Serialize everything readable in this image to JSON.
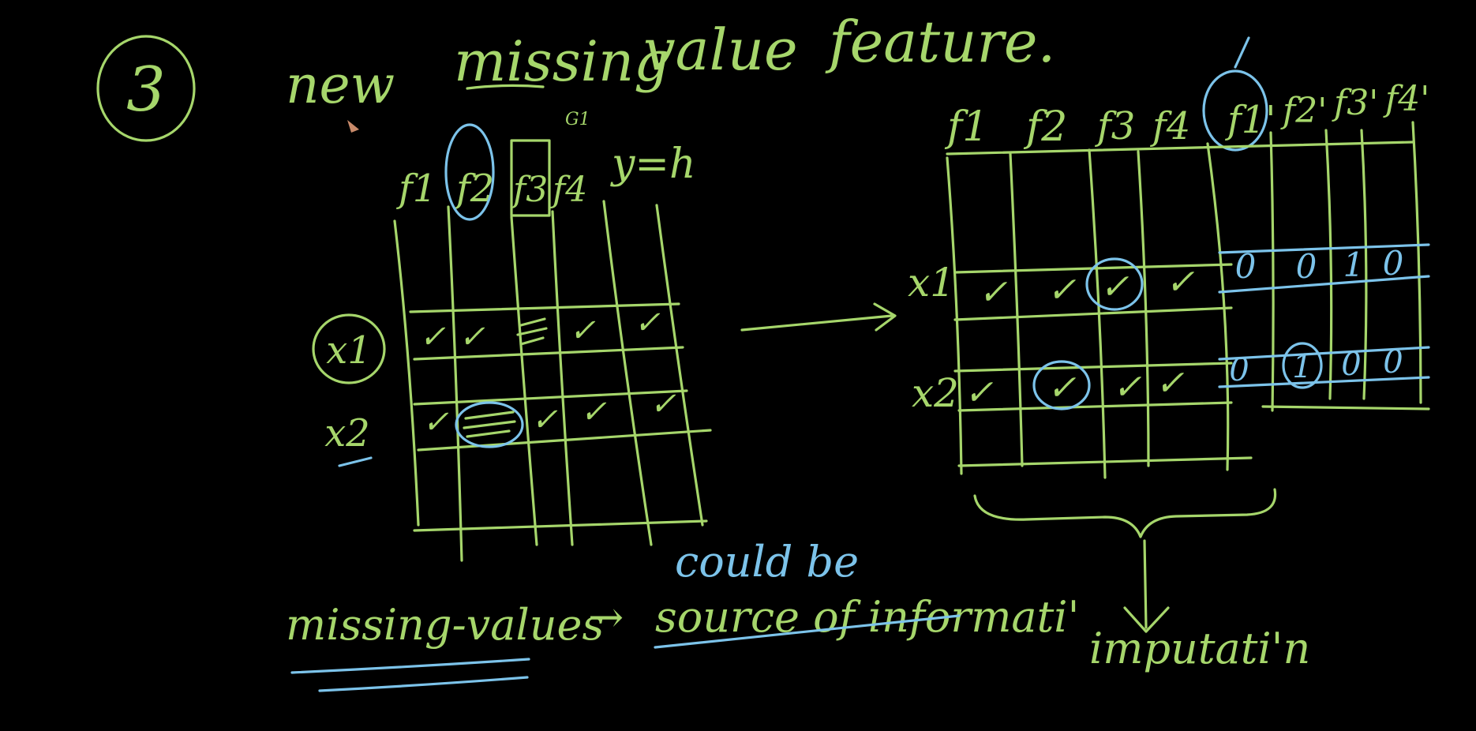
{
  "board": {
    "background": "#000000",
    "ink_green": "#a6d66b",
    "ink_blue": "#7cc3ea",
    "step_number": "3",
    "title": {
      "word_new": "new",
      "word_missing": "missing",
      "word_value": "value",
      "word_feature": "feature."
    },
    "left_table": {
      "headers": [
        "f1",
        "f2",
        "f3",
        "f4",
        "y=h"
      ],
      "tiny_note": "G1",
      "rows": [
        {
          "label": "x1",
          "cells": [
            "✓",
            "✓",
            "",
            "✓",
            "✓"
          ]
        },
        {
          "label": "x2",
          "cells": [
            "✓",
            "",
            "✓",
            "✓",
            "✓"
          ]
        }
      ]
    },
    "right_table": {
      "headers": [
        "f1",
        "f2",
        "f3",
        "f4",
        "f1'",
        "f2'",
        "f3'",
        "f4'"
      ],
      "rows": [
        {
          "label": "x1",
          "cells": [
            "✓",
            "✓",
            "✓",
            "✓"
          ],
          "indicators": [
            "0",
            "0",
            "1",
            "0"
          ]
        },
        {
          "label": "x2",
          "cells": [
            "✓",
            "✓",
            "✓",
            "✓"
          ],
          "indicators": [
            "0",
            "1",
            "0",
            "0"
          ]
        }
      ]
    },
    "bottom": {
      "missing_values": "missing-values",
      "arrow": "→",
      "could_be": "could be",
      "source_of_information": "source of informati'",
      "imputation": "imputati'n"
    }
  }
}
